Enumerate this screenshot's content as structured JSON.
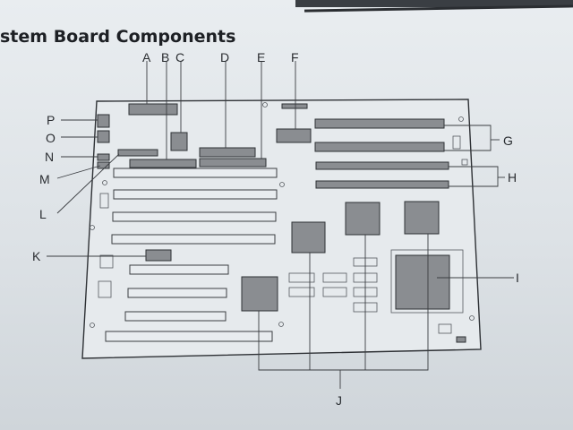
{
  "title": "stem Board Components",
  "labels": {
    "A": "A",
    "B": "B",
    "C": "C",
    "D": "D",
    "E": "E",
    "F": "F",
    "G": "G",
    "H": "H",
    "I": "I",
    "J": "J",
    "K": "K",
    "L": "L",
    "M": "M",
    "N": "N",
    "O": "O",
    "P": "P"
  },
  "colors": {
    "ink": "#2a2d31",
    "part": "#8a8d91",
    "paper": "#e3e7ea"
  }
}
